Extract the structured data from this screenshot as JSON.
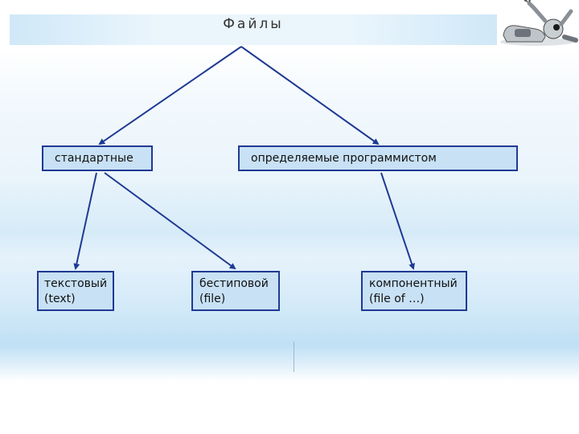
{
  "title": "Файлы",
  "nodes": {
    "standard": "стандартные",
    "user_defined": "определяемые программистом",
    "text": {
      "line1": "текстовый",
      "line2": "(text)"
    },
    "untyped": {
      "line1": "бестиповой",
      "line2": "(file)"
    },
    "component": {
      "line1": "компонентный",
      "line2": "(file of …)"
    }
  },
  "colors": {
    "box_fill": "#c8e1f5",
    "box_border": "#1f3a93",
    "arrow": "#1f3a93"
  },
  "icons": [
    "robot-logo"
  ]
}
